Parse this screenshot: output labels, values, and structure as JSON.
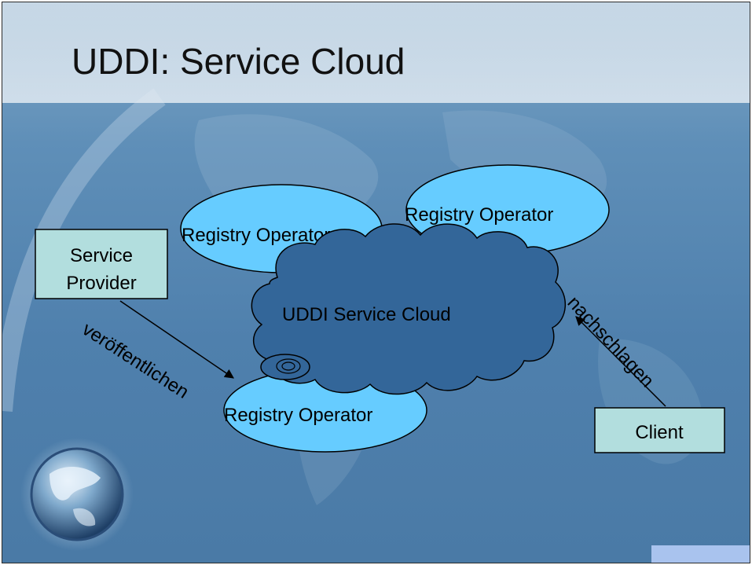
{
  "slide": {
    "title": "UDDI: Service Cloud"
  },
  "diagram": {
    "cloud_label": "UDDI Service Cloud",
    "registry_operators": [
      "Registry Operator",
      "Registry Operator",
      "Registry Operator"
    ],
    "service_provider_label": [
      "Service",
      "Provider"
    ],
    "client_label": "Client",
    "publish_label": "veröffentlichen",
    "lookup_label": "nachschlagen"
  },
  "colors": {
    "registry_fill": "#66ccff",
    "cloud_fill": "#336699",
    "box_fill": "#b2dede",
    "background_blue": "#4f80ad",
    "corner_box": "#a9c3ee"
  },
  "icons": {
    "globe": "globe-icon",
    "disk": "disk-icon"
  }
}
